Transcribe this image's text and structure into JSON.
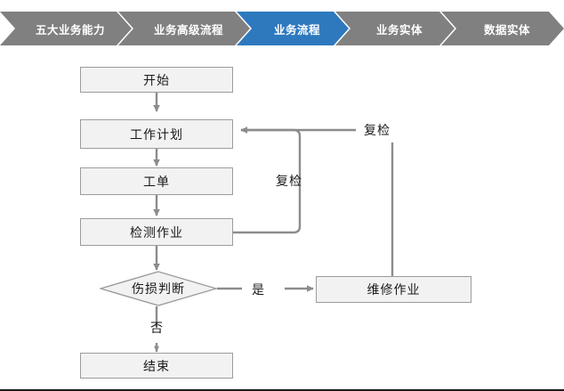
{
  "breadcrumb": {
    "items": [
      {
        "label": "五大业务能力",
        "state": "inactive"
      },
      {
        "label": "业务高级流程",
        "state": "inactive"
      },
      {
        "label": "业务流程",
        "state": "active"
      },
      {
        "label": "业务实体",
        "state": "inactive"
      },
      {
        "label": "数据实体",
        "state": "inactive"
      }
    ],
    "active_color": "#2E79BE",
    "inactive_color": "#808080",
    "text_color": "#FFFFFF"
  },
  "diagram": {
    "type": "flowchart",
    "node_fill": "#F2F2F2",
    "node_border": "#9C9C9C",
    "connector_color": "#8C8C8C",
    "nodes": [
      {
        "id": "start",
        "shape": "rectangle",
        "label": "开始"
      },
      {
        "id": "workplan",
        "shape": "rectangle",
        "label": "工作计划"
      },
      {
        "id": "workorder",
        "shape": "rectangle",
        "label": "工单"
      },
      {
        "id": "inspection",
        "shape": "rectangle",
        "label": "检测作业"
      },
      {
        "id": "decision",
        "shape": "diamond",
        "label": "伤损判断"
      },
      {
        "id": "repair",
        "shape": "rectangle",
        "label": "维修作业"
      },
      {
        "id": "end",
        "shape": "rectangle",
        "label": "结束"
      }
    ],
    "edges": [
      {
        "from": "start",
        "to": "workplan",
        "label": ""
      },
      {
        "from": "workplan",
        "to": "workorder",
        "label": ""
      },
      {
        "from": "workorder",
        "to": "inspection",
        "label": ""
      },
      {
        "from": "inspection",
        "to": "decision",
        "label": ""
      },
      {
        "from": "inspection",
        "to": "workplan",
        "label": "复检"
      },
      {
        "from": "decision",
        "to": "repair",
        "label": "是"
      },
      {
        "from": "decision",
        "to": "end",
        "label": "否"
      },
      {
        "from": "repair",
        "to": "workplan",
        "label": "复检"
      }
    ],
    "labels": {
      "recheck_inner": "复检",
      "recheck_outer": "复检",
      "yes": "是",
      "no": "否"
    }
  }
}
